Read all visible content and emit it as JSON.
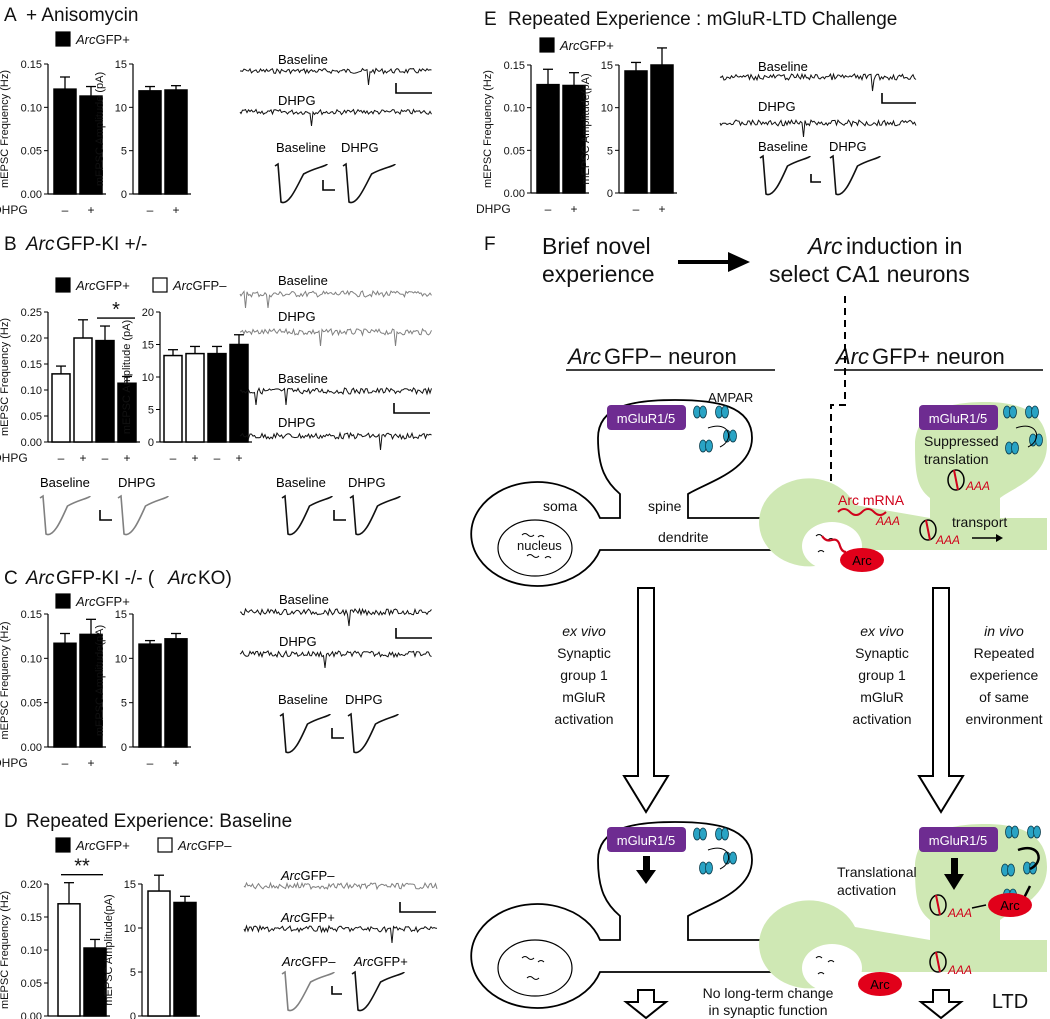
{
  "panels": {
    "A": {
      "letter": "A",
      "title": "+ Anisomycin",
      "legend": [
        {
          "label_italic": "Arc",
          "label_rest": "GFP+",
          "fill": "black"
        }
      ],
      "freq_chart": {
        "ylabel": "mEPSC Frequency (Hz)",
        "ticks": [
          "0.00",
          "0.05",
          "0.10",
          "0.15"
        ],
        "ymax": 0.15,
        "bars": [
          {
            "value": 0.121,
            "err": 0.014,
            "fill": "black"
          },
          {
            "value": 0.113,
            "err": 0.011,
            "fill": "black"
          }
        ]
      },
      "amp_chart": {
        "ylabel": "mEPSC Amplitude (pA)",
        "ticks": [
          "0",
          "5",
          "10",
          "15"
        ],
        "ymax": 15,
        "bars": [
          {
            "value": 11.9,
            "err": 0.5,
            "fill": "black"
          },
          {
            "value": 12.0,
            "err": 0.5,
            "fill": "black"
          }
        ]
      },
      "dhpg_label": "DHPG",
      "dhpg_marks": [
        "–",
        "+",
        "–",
        "+"
      ],
      "traces": [
        {
          "label": "Baseline",
          "color": "black"
        },
        {
          "label": "DHPG",
          "color": "black"
        }
      ],
      "events": [
        {
          "label": "Baseline"
        },
        {
          "label": "DHPG"
        }
      ]
    },
    "B": {
      "letter": "B",
      "title_italic": "Arc",
      "title_rest": "GFP-KI +/-",
      "legend": [
        {
          "label_italic": "Arc",
          "label_rest": "GFP+",
          "fill": "black"
        },
        {
          "label_italic": "Arc",
          "label_rest": "GFP–",
          "fill": "white"
        }
      ],
      "freq_chart": {
        "ylabel": "mEPSC Frequency (Hz)",
        "ticks": [
          "0.00",
          "0.05",
          "0.10",
          "0.15",
          "0.20",
          "0.25"
        ],
        "ymax": 0.25,
        "bars": [
          {
            "value": 0.131,
            "err": 0.015,
            "fill": "white"
          },
          {
            "value": 0.2,
            "err": 0.035,
            "fill": "white"
          },
          {
            "value": 0.195,
            "err": 0.028,
            "fill": "black"
          },
          {
            "value": 0.113,
            "err": 0.013,
            "fill": "black"
          }
        ],
        "significance": "*"
      },
      "amp_chart": {
        "ylabel": "mEPSC Amplitude (pA)",
        "ticks": [
          "0",
          "5",
          "10",
          "15",
          "20"
        ],
        "ymax": 20,
        "bars": [
          {
            "value": 13.3,
            "err": 0.9,
            "fill": "white"
          },
          {
            "value": 13.6,
            "err": 1.1,
            "fill": "white"
          },
          {
            "value": 13.6,
            "err": 1.1,
            "fill": "black"
          },
          {
            "value": 15.0,
            "err": 1.5,
            "fill": "black"
          }
        ]
      },
      "dhpg_label": "DHPG",
      "dhpg_marks": [
        "–",
        "+",
        "–",
        "+",
        "–",
        "+",
        "–",
        "+"
      ],
      "traces": [
        {
          "label": "Baseline",
          "color": "gray"
        },
        {
          "label": "DHPG",
          "color": "gray"
        },
        {
          "label": "Baseline",
          "color": "black"
        },
        {
          "label": "DHPG",
          "color": "black"
        }
      ],
      "events_gray": [
        {
          "label": "Baseline"
        },
        {
          "label": "DHPG"
        }
      ],
      "events_black": [
        {
          "label": "Baseline"
        },
        {
          "label": "DHPG"
        }
      ]
    },
    "C": {
      "letter": "C",
      "title_italic": "Arc",
      "title_rest": "GFP-KI -/- (",
      "title_italic2": "Arc",
      "title_end": "KO)",
      "legend": [
        {
          "label_italic": "Arc",
          "label_rest": "GFP+",
          "fill": "black"
        }
      ],
      "freq_chart": {
        "ylabel": "mEPSC Frequency (Hz)",
        "ticks": [
          "0.00",
          "0.05",
          "0.10",
          "0.15"
        ],
        "ymax": 0.15,
        "bars": [
          {
            "value": 0.117,
            "err": 0.011,
            "fill": "black"
          },
          {
            "value": 0.127,
            "err": 0.017,
            "fill": "black"
          }
        ]
      },
      "amp_chart": {
        "ylabel": "mEPSC Amplitude(pA)",
        "ticks": [
          "0",
          "5",
          "10",
          "15"
        ],
        "ymax": 15,
        "bars": [
          {
            "value": 11.6,
            "err": 0.4,
            "fill": "black"
          },
          {
            "value": 12.2,
            "err": 0.6,
            "fill": "black"
          }
        ]
      },
      "dhpg_label": "DHPG",
      "dhpg_marks": [
        "–",
        "+",
        "–",
        "+"
      ],
      "traces": [
        {
          "label": "Baseline",
          "color": "black"
        },
        {
          "label": "DHPG",
          "color": "black"
        }
      ],
      "events": [
        {
          "label": "Baseline"
        },
        {
          "label": "DHPG"
        }
      ]
    },
    "D": {
      "letter": "D",
      "title": "Repeated Experience:  Baseline",
      "legend": [
        {
          "label_italic": "Arc",
          "label_rest": "GFP+",
          "fill": "black"
        },
        {
          "label_italic": "Arc",
          "label_rest": "GFP–",
          "fill": "white"
        }
      ],
      "freq_chart": {
        "ylabel": "mEPSC Frequency (Hz)",
        "ticks": [
          "0.00",
          "0.05",
          "0.10",
          "0.15",
          "0.20"
        ],
        "ymax": 0.2,
        "bars": [
          {
            "value": 0.17,
            "err": 0.032,
            "fill": "white"
          },
          {
            "value": 0.103,
            "err": 0.013,
            "fill": "black"
          }
        ],
        "significance": "**"
      },
      "amp_chart": {
        "ylabel": "mEPSC Amplitude(pA)",
        "ticks": [
          "0",
          "5",
          "10",
          "15"
        ],
        "ymax": 15,
        "bars": [
          {
            "value": 14.2,
            "err": 1.8,
            "fill": "white"
          },
          {
            "value": 12.9,
            "err": 0.7,
            "fill": "black"
          }
        ]
      },
      "traces": [
        {
          "label_italic": "Arc",
          "label_rest": "GFP–",
          "color": "gray"
        },
        {
          "label_italic": "Arc",
          "label_rest": "GFP+",
          "color": "black"
        }
      ],
      "events": [
        {
          "label_italic": "Arc",
          "label_rest": "GFP–"
        },
        {
          "label_italic": "Arc",
          "label_rest": "GFP+"
        }
      ]
    },
    "E": {
      "letter": "E",
      "title": "Repeated Experience : mGluR-LTD Challenge",
      "legend": [
        {
          "label_italic": "Arc",
          "label_rest": "GFP+",
          "fill": "black"
        }
      ],
      "freq_chart": {
        "ylabel": "mEPSC Frequency (Hz)",
        "ticks": [
          "0.00",
          "0.05",
          "0.10",
          "0.15"
        ],
        "ymax": 0.15,
        "bars": [
          {
            "value": 0.127,
            "err": 0.018,
            "fill": "black"
          },
          {
            "value": 0.126,
            "err": 0.015,
            "fill": "black"
          }
        ]
      },
      "amp_chart": {
        "ylabel": "mEPSC Amplitude(pA)",
        "ticks": [
          "0",
          "5",
          "10",
          "15"
        ],
        "ymax": 15,
        "bars": [
          {
            "value": 14.3,
            "err": 1.0,
            "fill": "black"
          },
          {
            "value": 15.0,
            "err": 2.0,
            "fill": "black"
          }
        ]
      },
      "dhpg_label": "DHPG",
      "dhpg_marks": [
        "–",
        "+",
        "–",
        "+"
      ],
      "traces": [
        {
          "label": "Baseline",
          "color": "black"
        },
        {
          "label": "DHPG",
          "color": "black"
        }
      ],
      "events": [
        {
          "label": "Baseline"
        },
        {
          "label": "DHPG"
        }
      ]
    },
    "F": {
      "letter": "F",
      "flow_left": [
        "Brief novel",
        "experience"
      ],
      "flow_right_line1_italic": "Arc",
      "flow_right_line1_rest": " induction in",
      "flow_right_line2": "select CA1 neurons",
      "neg_heading_italic": "Arc",
      "neg_heading_rest": "GFP−  neuron",
      "pos_heading_italic": "Arc",
      "pos_heading_rest": "GFP+  neuron",
      "mglur": "mGluR1/5",
      "ampar": "AMPAR",
      "soma": "soma",
      "spine": "spine",
      "nucleus": "nucleus",
      "dendrite": "dendrite",
      "suppressed": [
        "Suppressed",
        "translation"
      ],
      "arc_mrna": "Arc mRNA",
      "aaa": "AAA",
      "transport": "transport",
      "arc": "Arc",
      "arrow_left": {
        "italic": "ex vivo",
        "lines": [
          "Synaptic",
          "group 1",
          "mGluR",
          "activation"
        ]
      },
      "arrow_mid": {
        "italic": "ex vivo",
        "lines": [
          "Synaptic",
          "group 1",
          "mGluR",
          "activation"
        ]
      },
      "arrow_right": {
        "italic": "in vivo",
        "lines": [
          "Repeated",
          "experience",
          "of same",
          "environment"
        ]
      },
      "translational": [
        "Translational",
        "activation"
      ],
      "outcome_left": [
        "No long-term change",
        "in synaptic function"
      ],
      "outcome_right": "LTD"
    }
  }
}
